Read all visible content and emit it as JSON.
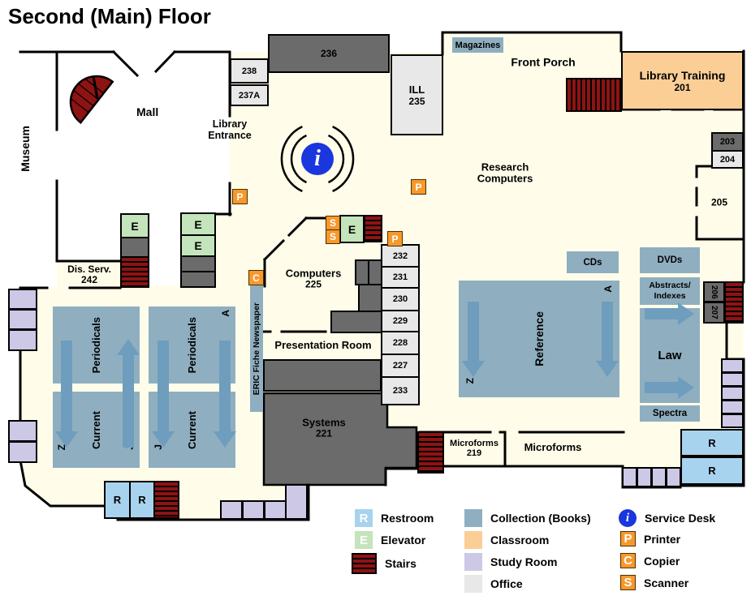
{
  "title": "Second (Main) Floor",
  "outside": {
    "museum": "Museum",
    "mall": "Mall",
    "entrance_l1": "Library",
    "entrance_l2": "Entrance"
  },
  "rooms": {
    "r236": "236",
    "r238": "238",
    "r237a": "237A",
    "ill_l1": "ILL",
    "ill_l2": "235",
    "magazines": "Magazines",
    "front_porch": "Front Porch",
    "training_l1": "Library Training",
    "training_l2": "201",
    "research_l1": "Research",
    "research_l2": "Computers",
    "r203": "203",
    "r204": "204",
    "r205": "205",
    "dis_serv_l1": "Dis. Serv.",
    "dis_serv_l2": "242",
    "computers_l1": "Computers",
    "computers_l2": "225",
    "r232": "232",
    "r231": "231",
    "r230": "230",
    "r229": "229",
    "r228": "228",
    "r227": "227",
    "r233": "233",
    "presentation": "Presentation Room",
    "eric_strip": "ERIC  Fiche  Newspaper",
    "systems_l1": "Systems",
    "systems_l2": "221",
    "microforms_room_l1": "Microforms",
    "microforms_room_l2": "219",
    "microforms_area": "Microforms",
    "r206": "206",
    "r207": "207",
    "cds": "CDs",
    "dvds": "DVDs",
    "abstracts_l1": "Abstracts/",
    "abstracts_l2": "Indexes",
    "law": "Law",
    "spectra": "Spectra",
    "reference": "Reference",
    "periodicals": "Periodicals",
    "current": "Current"
  },
  "markers": {
    "letter_a": "A",
    "letter_z": "Z",
    "letter_j": "J",
    "info": "i",
    "printer": "P",
    "copier": "C",
    "scanner": "S",
    "restroom": "R",
    "elevator": "E"
  },
  "legend": {
    "restroom": "Restroom",
    "elevator": "Elevator",
    "stairs": "Stairs",
    "collection": "Collection (Books)",
    "classroom": "Classroom",
    "study": "Study Room",
    "office": "Office",
    "service": "Service Desk",
    "printer": "Printer",
    "copier": "Copier",
    "scanner": "Scanner"
  },
  "colors": {
    "floor_cream": "#fffde9",
    "collection_blue": "#8fafc0",
    "arrow_blue": "#6f9dbd",
    "classroom_orange": "#fbce96",
    "study_purple": "#ccc8e6",
    "office_gray": "#e8e8e8",
    "restroom_blue": "#a7d3ee",
    "elevator_green": "#c4e4bc",
    "stairs_red": "#8e1313",
    "dark_gray": "#6b6b6b",
    "icon_orange": "#f8982b",
    "service_blue": "#1a36dd",
    "wall_black": "#000000"
  }
}
